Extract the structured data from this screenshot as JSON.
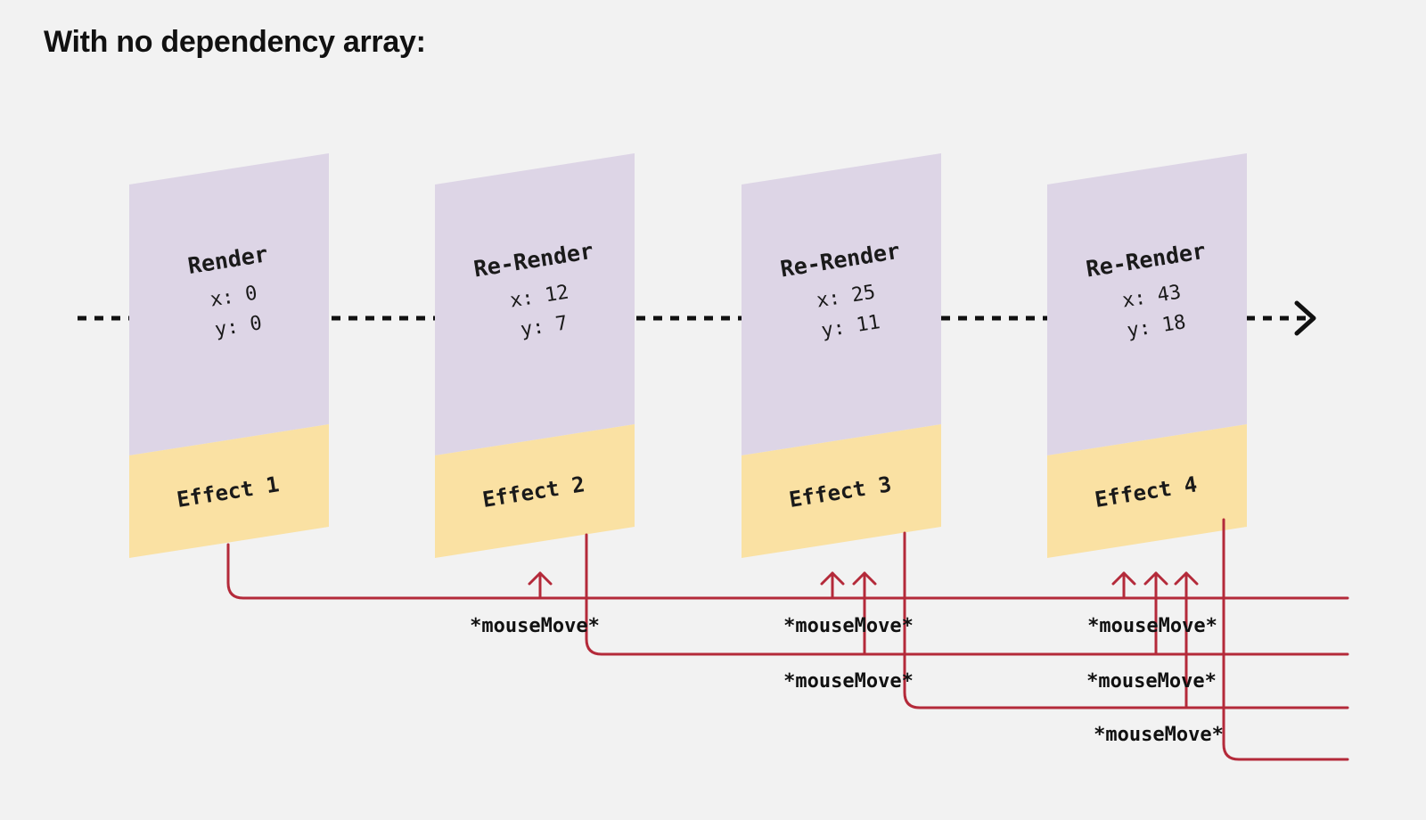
{
  "title": "With no dependency array:",
  "colors": {
    "background": "#f2f2f2",
    "render_panel": "#ddd5e6",
    "effect_panel": "#fae1a3",
    "listener_line": "#b42a3a",
    "timeline": "#111111",
    "text": "#1a1a1a"
  },
  "cards": [
    {
      "title": "Render",
      "x_label": "x: 0",
      "y_label": "y: 0",
      "effect": "Effect 1"
    },
    {
      "title": "Re-Render",
      "x_label": "x: 12",
      "y_label": "y: 7",
      "effect": "Effect 2"
    },
    {
      "title": "Re-Render",
      "x_label": "x: 25",
      "y_label": "y: 11",
      "effect": "Effect 3"
    },
    {
      "title": "Re-Render",
      "x_label": "x: 43",
      "y_label": "y: 18",
      "effect": "Effect 4"
    }
  ],
  "events": [
    {
      "label": "*mouseMove*"
    },
    {
      "label": "*mouseMove*"
    },
    {
      "label": "*mouseMove*"
    },
    {
      "label": "*mouseMove*"
    },
    {
      "label": "*mouseMove*"
    },
    {
      "label": "*mouseMove*"
    }
  ]
}
